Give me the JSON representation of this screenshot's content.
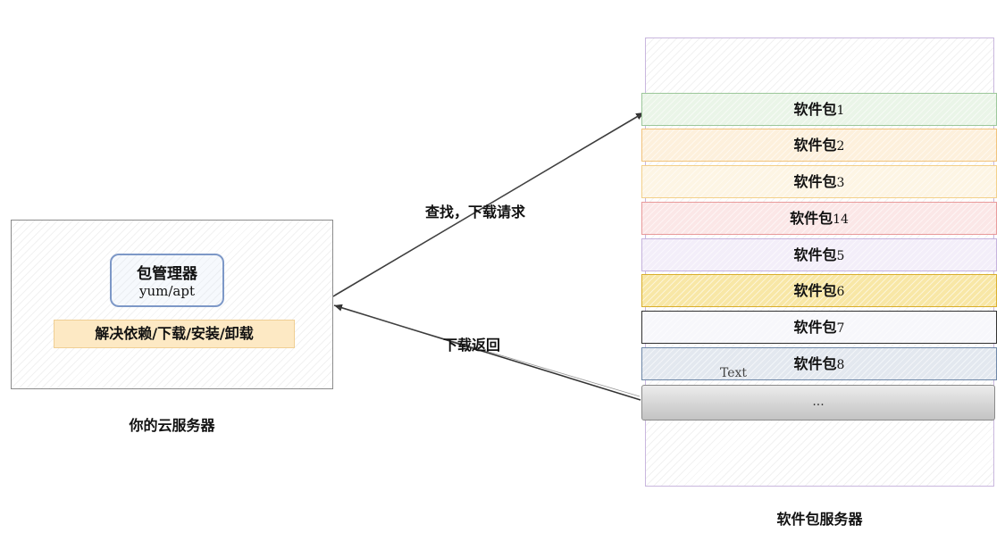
{
  "cloud_server": {
    "package_manager": {
      "title": "包管理器",
      "subtitle": "yum/apt"
    },
    "functions": "解决依赖/下载/安装/卸载",
    "label": "你的云服务器"
  },
  "package_server": {
    "label": "软件包服务器",
    "packages": [
      {
        "name": "软件包",
        "num": "1",
        "border": "#9cc79a",
        "fill": "#eaf5e8"
      },
      {
        "name": "软件包",
        "num": "2",
        "border": "#f1c27a",
        "fill": "#fdf0dc"
      },
      {
        "name": "软件包",
        "num": "3",
        "border": "#f3d089",
        "fill": "#fdf5e4"
      },
      {
        "name": "软件包",
        "num": "14",
        "border": "#e89a9a",
        "fill": "#fbe7e7"
      },
      {
        "name": "软件包",
        "num": "5",
        "border": "#c5b2dc",
        "fill": "#f3eef9"
      },
      {
        "name": "软件包",
        "num": "6",
        "border": "#d9ae2c",
        "fill": "#f8e7a6"
      },
      {
        "name": "软件包",
        "num": "7",
        "border": "#2f2f2f",
        "fill": "#f7f7fb"
      },
      {
        "name": "软件包",
        "num": "8",
        "border": "#6d86a6",
        "fill": "#e3e8ef"
      }
    ],
    "more": "...",
    "stray_text": "Text"
  },
  "arrows": {
    "request_label": "查找，下载请求",
    "return_label": "下载返回"
  }
}
